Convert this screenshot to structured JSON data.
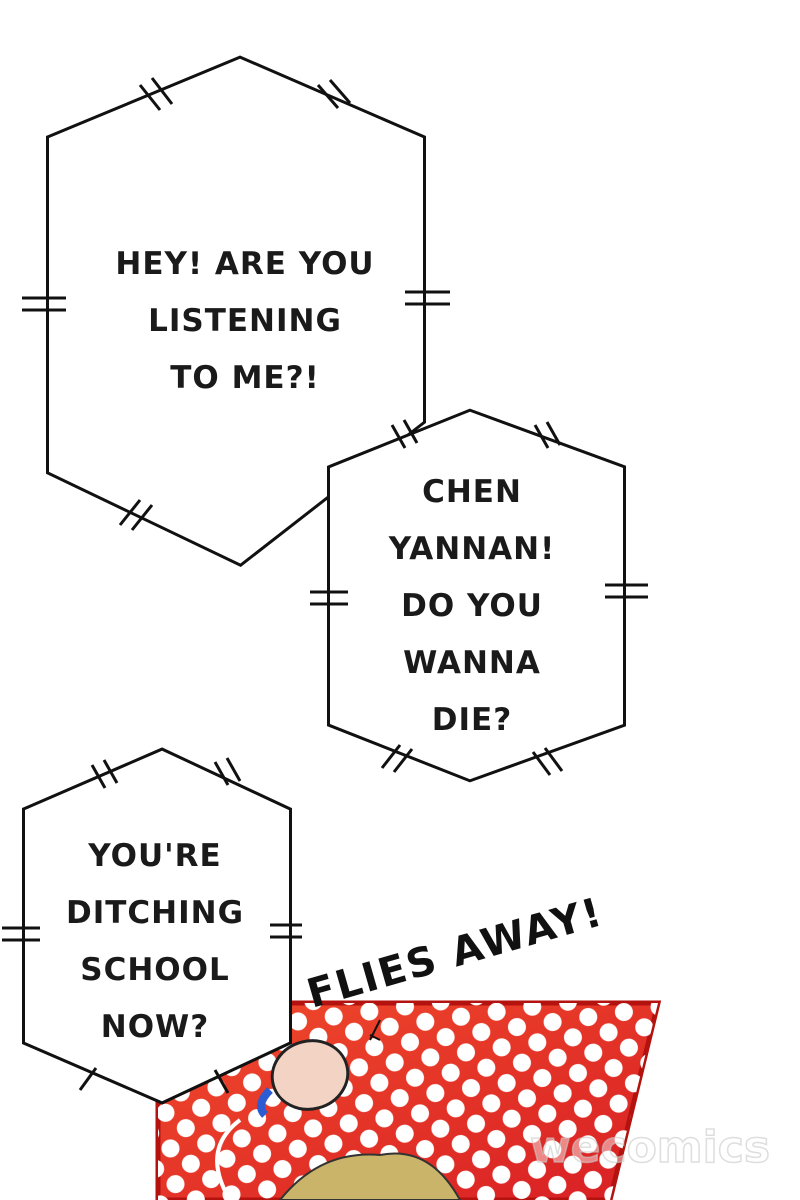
{
  "bubbles": [
    {
      "lines": [
        "HEY! ARE YOU",
        "LISTENING",
        "TO ME?!"
      ]
    },
    {
      "lines": [
        "CHEN",
        "YANNAN!",
        "DO YOU",
        "WANNA",
        "DIE?"
      ]
    },
    {
      "lines": [
        "YOU'RE",
        "DITCHING",
        "SCHOOL",
        "NOW?"
      ]
    }
  ],
  "sound_effect": "FLIES AWAY!",
  "watermark": "wecomics",
  "colors": {
    "panel_red": "#e8352b",
    "panel_border": "#b3120e",
    "dot": "#ffffff",
    "hair": "#c9b46a"
  }
}
